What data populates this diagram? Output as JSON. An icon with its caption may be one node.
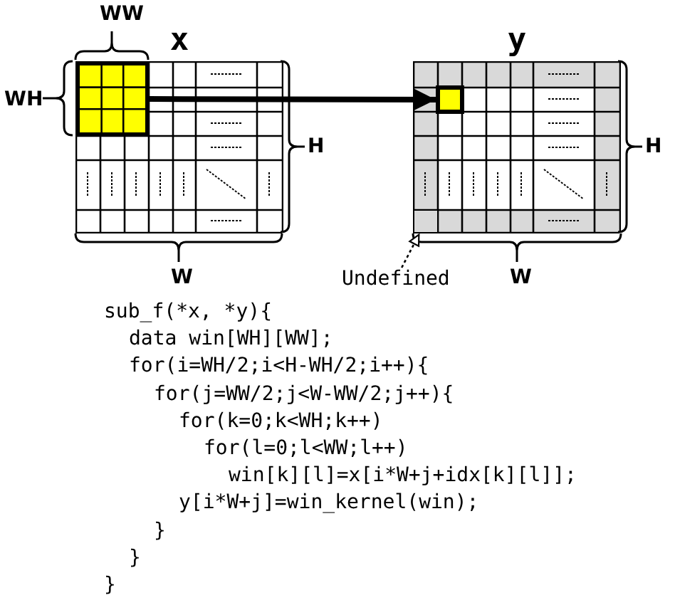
{
  "diagram": {
    "nodes": [
      {
        "text": [
          "x"
        ]
      },
      {
        "text": [],
        "shape": "box",
        "in": 0
      },
      {
        "text": [
          "y"
        ]
      },
      {
        "text": [],
        "shape": "box",
        "in": 2
      },
      {
        "text": [
          "Undefined"
        ]
      },
      {
        "text": [],
        "shape": "box",
        "in": 2
      }
    ],
    "edges": [
      {
        "from": 1,
        "to": 3,
        "arrow": "to",
        "style": "thick"
      },
      {
        "from": 4,
        "to": 5,
        "arrow": "to",
        "style": "dashed"
      }
    ],
    "labels": [
      "WW",
      "WH",
      "H",
      "W",
      "H",
      "W",
      "sub_f(*x, *y){",
      "data win[WH][WW];",
      "for(i=WH/2;i<H-WH/2;i++){",
      "for(j=WW/2;j<W-WW/2;j++){",
      "for(k=0;k<WH;k++)",
      "for(l=0;l<WW;l++)",
      "win[k][l]=x[i*W+j+idx[k][l]];",
      "y[i*W+j]=win_kernel(win);",
      "}",
      "}",
      "}"
    ]
  }
}
